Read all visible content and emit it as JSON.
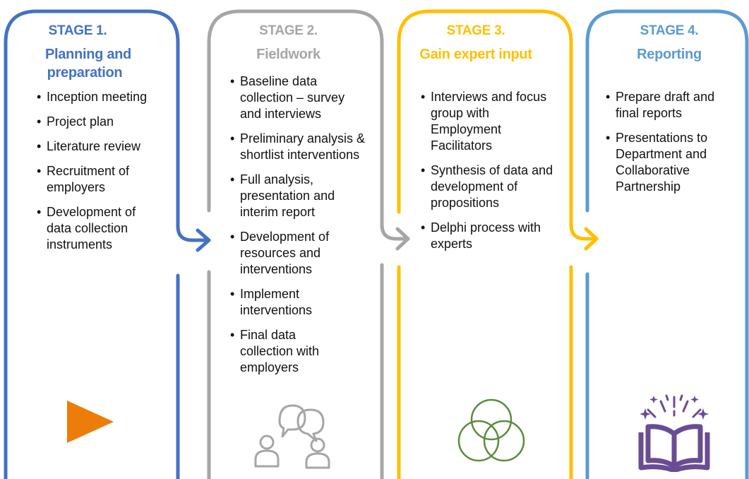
{
  "colors": {
    "stage1": "#4472c4",
    "stage2": "#a6a6a6",
    "stage3": "#ffc000",
    "stage4": "#5b9bd5",
    "stage1_title": "#4472c4",
    "stage2_title": "#a6a6a6",
    "stage3_title": "#ffc000",
    "stage4_title": "#5b9bd5",
    "play_icon": "#ed7d09",
    "venn_icon": "#5b8c3e",
    "book_icon": "#6a4c93"
  },
  "stages": [
    {
      "label": "STAGE 1.",
      "title_line1": "Planning and",
      "title_line2": "preparation",
      "icon": "play-icon",
      "bullets": [
        "Inception meeting",
        "Project plan",
        "Literature review",
        "Recruitment of employers",
        "Development of data collection instruments"
      ]
    },
    {
      "label": "STAGE 2.",
      "title_line1": "Fieldwork",
      "icon": "people-chat-icon",
      "bullets": [
        "Baseline data collection – survey and interviews",
        "Preliminary analysis & shortlist interventions",
        " Full analysis, presentation and interim report",
        "Development of resources and interventions",
        "Implement interventions",
        "Final data collection with employers"
      ]
    },
    {
      "label": "STAGE 3.",
      "title_line1": "Gain expert input",
      "icon": "venn-icon",
      "bullets": [
        "Interviews and focus group with Employment Facilitators",
        "Synthesis of data and development of propositions",
        "Delphi process with experts"
      ]
    },
    {
      "label": "STAGE 4.",
      "title_line1": "Reporting",
      "icon": "open-book-icon",
      "bullets": [
        "Prepare draft and final reports",
        "Presentations to Department and Collaborative Partnership"
      ]
    }
  ]
}
